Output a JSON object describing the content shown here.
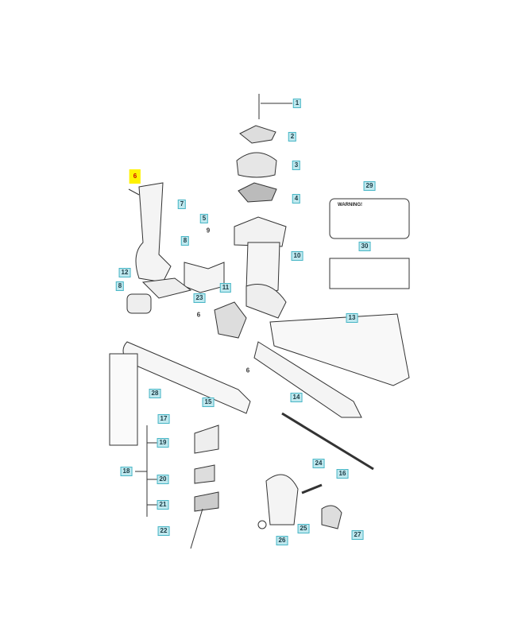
{
  "diagram": {
    "highlight_color": "#fff200",
    "label_color": "#bfe8ee",
    "callouts": [
      "1",
      "2",
      "3",
      "4",
      "5",
      "6",
      "7",
      "8",
      "9",
      "10",
      "11",
      "12",
      "8",
      "23",
      "6",
      "6",
      "13",
      "14",
      "15",
      "16",
      "17",
      "18",
      "19",
      "20",
      "21",
      "22",
      "24",
      "25",
      "26",
      "27",
      "28",
      "29",
      "30"
    ],
    "highlighted_callout": "6",
    "warning_decal_title": "WARNING!"
  }
}
